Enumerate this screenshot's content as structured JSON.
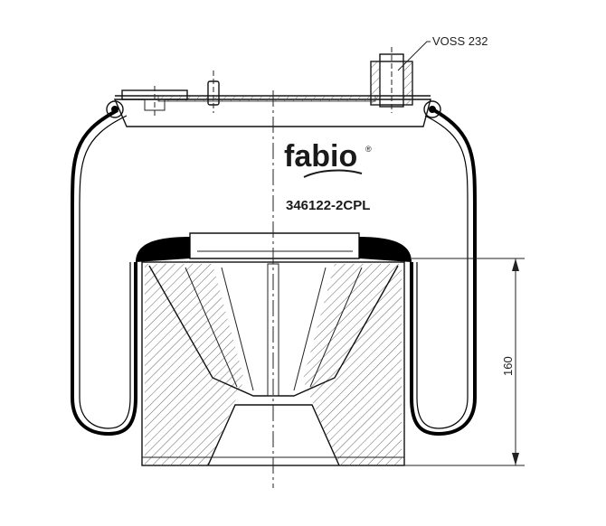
{
  "brand": {
    "name": "fabio",
    "registered_mark": "®"
  },
  "part_number": "346122-2CPL",
  "callout": {
    "connector_label": "VOSS 232"
  },
  "dimension": {
    "height_value": "160"
  },
  "colors": {
    "line": "#111111",
    "hatch": "#555555",
    "background": "#ffffff"
  }
}
